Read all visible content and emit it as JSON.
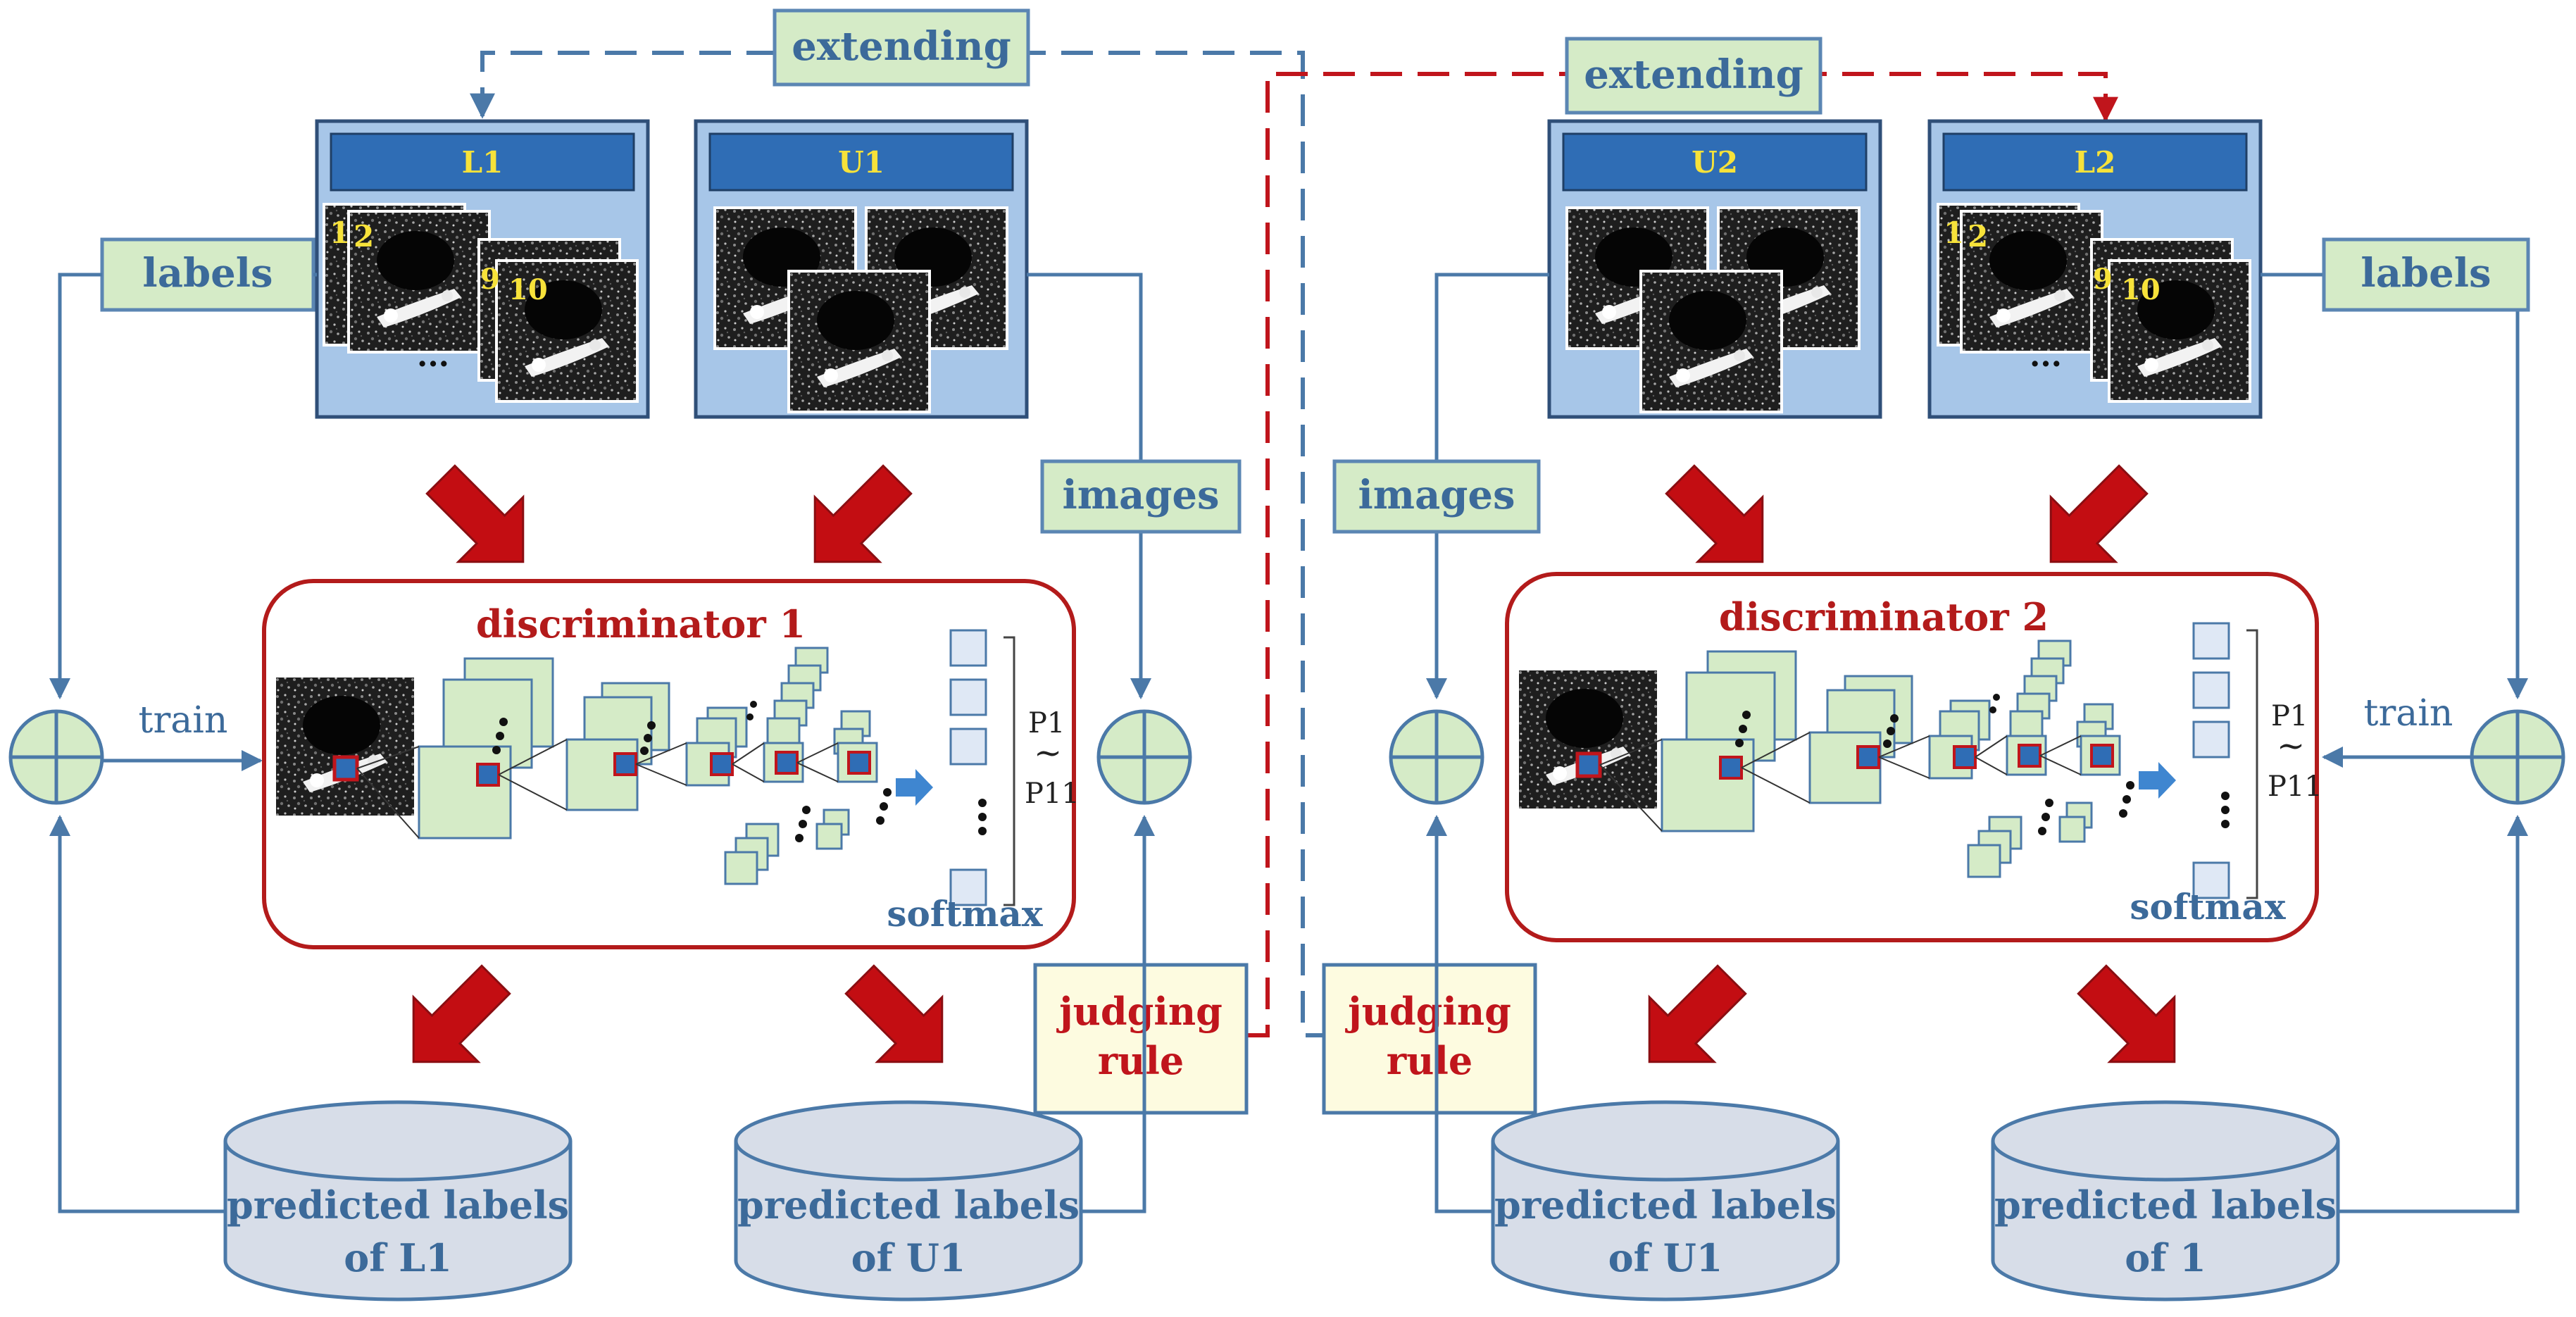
{
  "colors": {
    "blue_line": "#4b79a8",
    "red_dashed": "#c0151c",
    "green_box": "#d5ebc7",
    "green_border": "#5b86b3",
    "panel_bg": "#a7c6e8",
    "panel_header": "#2f6db5",
    "header_text": "#f7e23a",
    "label_text": "#3c6a9a",
    "disc_title": "#b31b1b",
    "judging_bg": "#fdfbe0",
    "cylinder": "#d7dde8",
    "cylinder_border": "#4b79a8",
    "fat_arrow": "#c30d12"
  },
  "top": {
    "extending_left": "extending",
    "extending_right": "extending"
  },
  "left": {
    "panel_l1": {
      "header": "L1",
      "numbers": [
        "1",
        "2",
        "9",
        "10"
      ],
      "dots": "..."
    },
    "panel_u1": {
      "header": "U1"
    },
    "labels": "labels",
    "images": "images",
    "train": "train",
    "discriminator": {
      "title": "discriminator 1",
      "softmax": "softmax",
      "p_top": "P1",
      "tilde": "~",
      "p_bottom": "P11"
    },
    "judging_rule": [
      "judging",
      "rule"
    ],
    "cylinder_l1": [
      "predicted labels",
      "of L1"
    ],
    "cylinder_u1": [
      "predicted labels",
      "of U1"
    ]
  },
  "right": {
    "panel_u2": {
      "header": "U2"
    },
    "panel_l2": {
      "header": "L2",
      "numbers": [
        "1",
        "2",
        "9",
        "10"
      ],
      "dots": "..."
    },
    "labels": "labels",
    "images": "images",
    "train": "train",
    "discriminator": {
      "title": "discriminator 2",
      "softmax": "softmax",
      "p_top": "P1",
      "tilde": "~",
      "p_bottom": "P11"
    },
    "judging_rule": [
      "judging",
      "rule"
    ],
    "cylinder_u1": [
      "predicted labels",
      "of U1"
    ],
    "cylinder_1": [
      "predicted labels",
      "of 1"
    ]
  }
}
